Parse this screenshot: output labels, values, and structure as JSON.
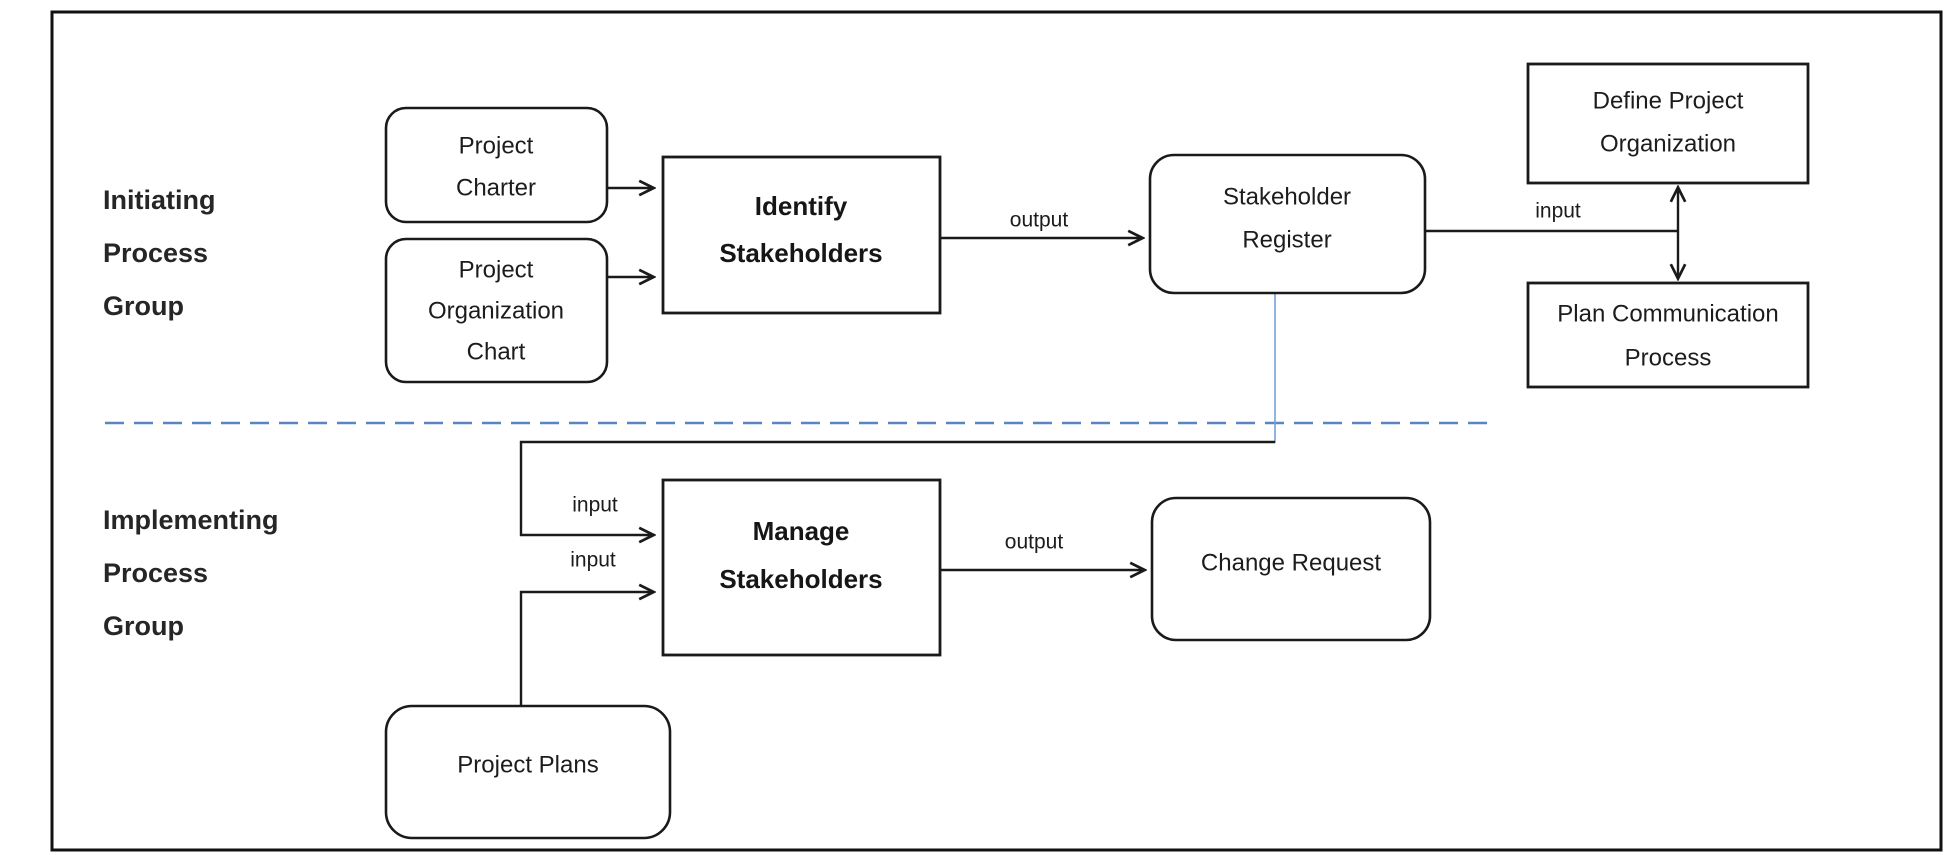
{
  "lanes": {
    "initiating": {
      "lines": [
        "Initiating",
        "Process",
        "Group"
      ]
    },
    "implementing": {
      "lines": [
        "Implementing",
        "Process",
        "Group"
      ]
    }
  },
  "nodes": {
    "project_charter": {
      "lines": [
        "Project",
        "Charter"
      ]
    },
    "project_org_chart": {
      "lines": [
        "Project",
        "Organization",
        "Chart"
      ]
    },
    "identify_stakeholders": {
      "lines": [
        "Identify",
        "Stakeholders"
      ]
    },
    "stakeholder_register": {
      "lines": [
        "Stakeholder",
        "Register"
      ]
    },
    "define_project_org": {
      "lines": [
        "Define Project",
        "Organization"
      ]
    },
    "plan_comm_process": {
      "lines": [
        "Plan Communication",
        "Process"
      ]
    },
    "manage_stakeholders": {
      "lines": [
        "Manage",
        "Stakeholders"
      ]
    },
    "change_request": {
      "lines": [
        "Change Request"
      ]
    },
    "project_plans": {
      "lines": [
        "Project Plans"
      ]
    }
  },
  "edge_labels": {
    "output_top": "output",
    "input_right": "input",
    "input_first": "input",
    "input_second": "input",
    "output_bottom": "output"
  },
  "colors": {
    "line": "#1a1a1a",
    "separator_dashed": "#5b84c5",
    "register_drop_line": "#74a0d8",
    "node_text": "#1c1c1c",
    "lane_text": "#262626",
    "background": "#ffffff"
  }
}
